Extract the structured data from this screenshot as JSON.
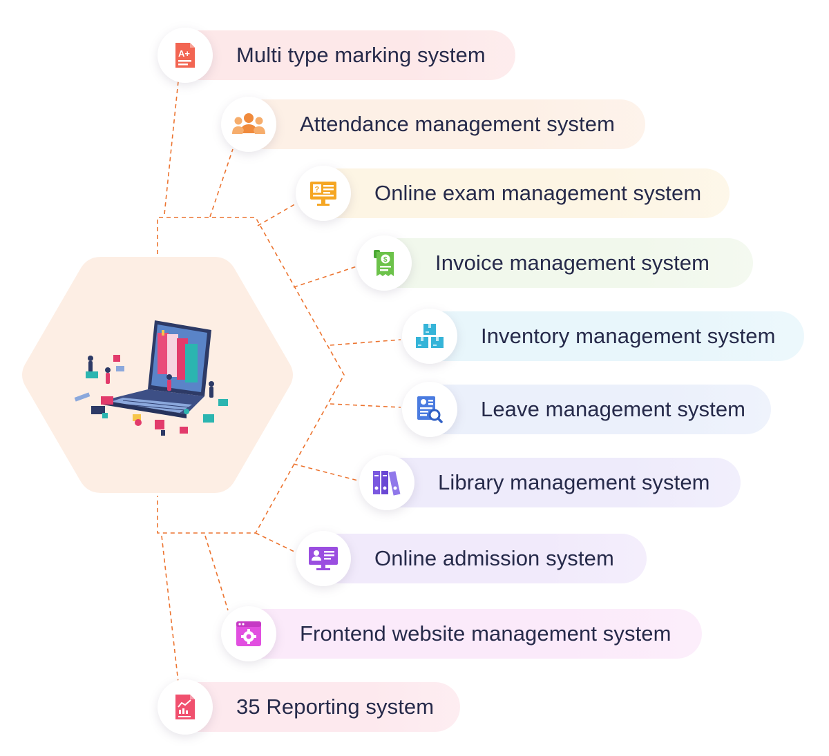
{
  "diagram": {
    "center": {
      "illustration": "laptop-with-books-illustration"
    },
    "features": [
      {
        "id": "marking",
        "label": "Multi type marking system",
        "icon": "grade-document-icon",
        "bg": "#fde8e9",
        "accent": "#f26552"
      },
      {
        "id": "attendance",
        "label": "Attendance management system",
        "icon": "group-people-icon",
        "bg": "#fdf0e6",
        "accent": "#f59a52"
      },
      {
        "id": "exam",
        "label": "Online exam management system",
        "icon": "exam-monitor-icon",
        "bg": "#fdf5e4",
        "accent": "#f5a623"
      },
      {
        "id": "invoice",
        "label": "Invoice management system",
        "icon": "invoice-receipt-icon",
        "bg": "#f1f8ec",
        "accent": "#6cc24a"
      },
      {
        "id": "inventory",
        "label": "Inventory management system",
        "icon": "stacked-boxes-icon",
        "bg": "#e8f6fb",
        "accent": "#35b4d8"
      },
      {
        "id": "leave",
        "label": "Leave management system",
        "icon": "leave-document-search-icon",
        "bg": "#ebf0fb",
        "accent": "#4a7be0"
      },
      {
        "id": "library",
        "label": "Library management system",
        "icon": "library-books-icon",
        "bg": "#eeebfb",
        "accent": "#7b58e0"
      },
      {
        "id": "admission",
        "label": "Online admission system",
        "icon": "admission-monitor-icon",
        "bg": "#f1eafb",
        "accent": "#9a4ee0"
      },
      {
        "id": "frontend",
        "label": "Frontend website management system",
        "icon": "website-settings-icon",
        "bg": "#fbeafa",
        "accent": "#d83ed8"
      },
      {
        "id": "reporting",
        "label": "35 Reporting system",
        "icon": "report-chart-icon",
        "bg": "#fde9ee",
        "accent": "#f0506e"
      }
    ],
    "connector_color": "#ec7430",
    "hexagon_color": "#fdeee4"
  }
}
